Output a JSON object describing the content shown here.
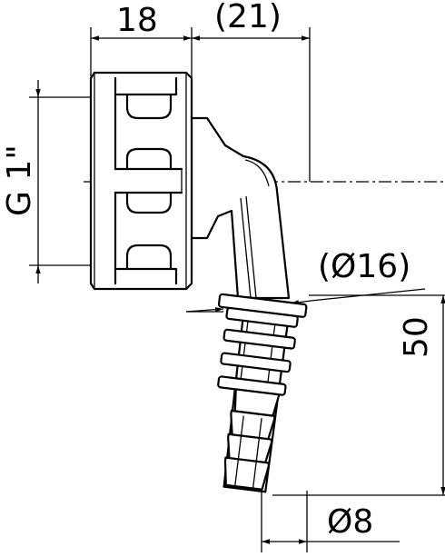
{
  "dimensions": {
    "nut_width": "18",
    "offset": "(21)",
    "thread": "G 1\"",
    "hose_outer_diameter": "(Ø16)",
    "height": "50",
    "hose_inner_diameter": "Ø8"
  },
  "colors": {
    "line": "#000000",
    "background": "#ffffff"
  }
}
